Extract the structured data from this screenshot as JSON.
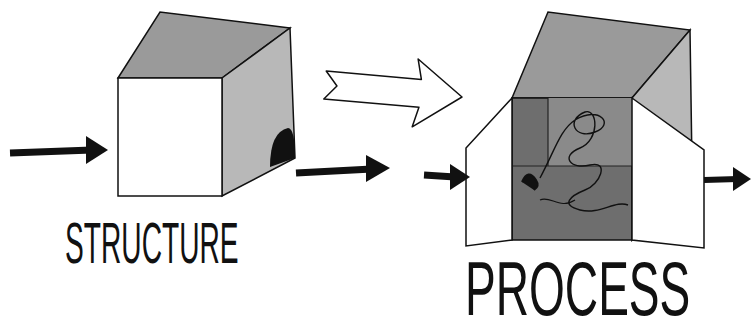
{
  "diagram": {
    "nodes": [
      {
        "text": [
          "STRUCTURE"
        ]
      },
      {
        "text": [
          "PROCESS"
        ]
      }
    ],
    "edges": [
      {
        "from": 0,
        "to": 1,
        "arrow": "to"
      }
    ]
  }
}
